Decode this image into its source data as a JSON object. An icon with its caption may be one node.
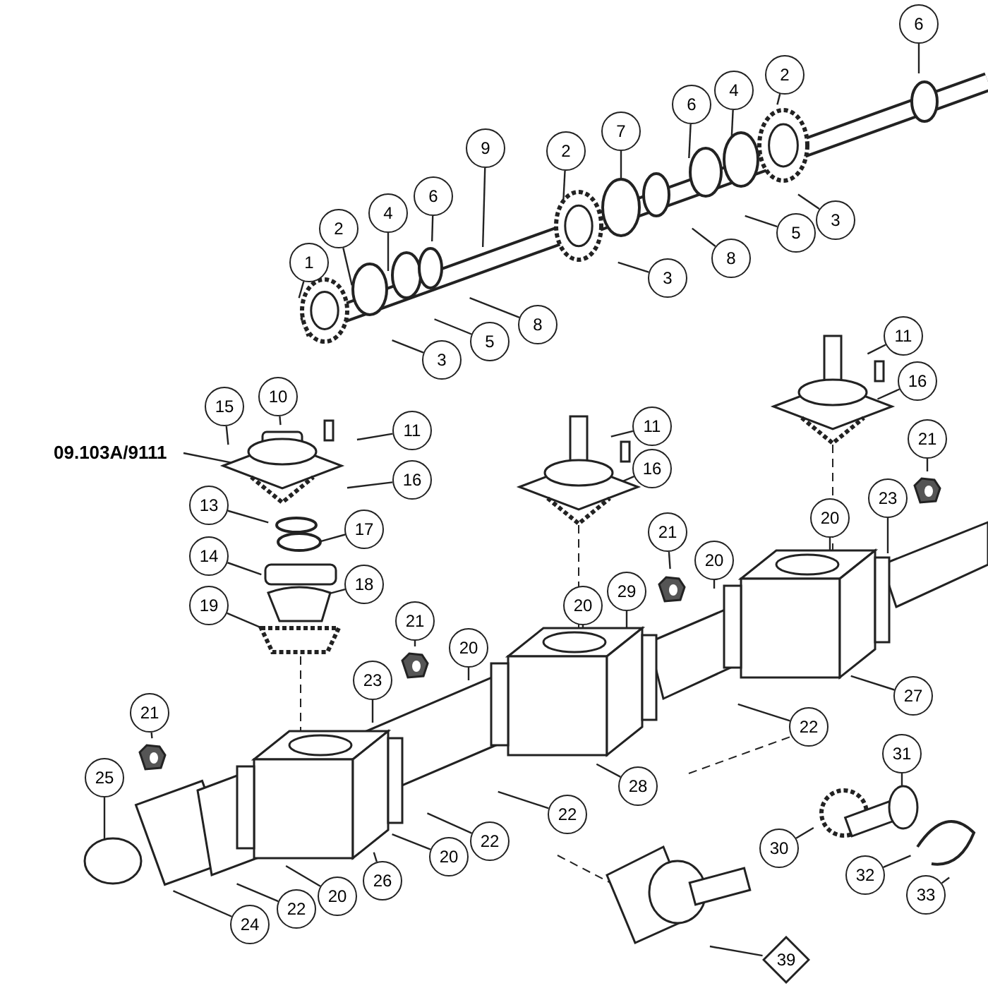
{
  "diagram": {
    "nodes": [
      {
        "text": [
          "6"
        ]
      },
      {
        "text": [
          "2"
        ]
      },
      {
        "text": [
          "4"
        ]
      },
      {
        "text": [
          "6"
        ]
      },
      {
        "text": [
          "7"
        ]
      },
      {
        "text": [
          "9"
        ]
      },
      {
        "text": [
          "2"
        ]
      },
      {
        "text": [
          "6"
        ]
      },
      {
        "text": [
          "4"
        ]
      },
      {
        "text": [
          "3"
        ]
      },
      {
        "text": [
          "2"
        ]
      },
      {
        "text": [
          "5"
        ]
      },
      {
        "text": [
          "8"
        ]
      },
      {
        "text": [
          "1"
        ]
      },
      {
        "text": [
          "3"
        ]
      },
      {
        "text": [
          "8"
        ]
      },
      {
        "text": [
          "11"
        ]
      },
      {
        "text": [
          "5"
        ]
      },
      {
        "text": [
          "3"
        ]
      },
      {
        "text": [
          "16"
        ]
      },
      {
        "text": [
          "10"
        ]
      },
      {
        "text": [
          "15"
        ]
      },
      {
        "text": [
          "11"
        ]
      },
      {
        "text": [
          "11"
        ]
      },
      {
        "text": [
          "09.103A/9111"
        ]
      },
      {
        "text": [
          "21"
        ]
      },
      {
        "text": [
          "16"
        ]
      },
      {
        "text": [
          "16"
        ]
      },
      {
        "text": [
          "23"
        ]
      },
      {
        "text": [
          "13"
        ]
      },
      {
        "text": [
          "20"
        ]
      },
      {
        "text": [
          "17"
        ]
      },
      {
        "text": [
          "21"
        ]
      },
      {
        "text": [
          "14"
        ]
      },
      {
        "text": [
          "20"
        ]
      },
      {
        "text": [
          "18"
        ]
      },
      {
        "text": [
          "29"
        ]
      },
      {
        "text": [
          "19"
        ]
      },
      {
        "text": [
          "20"
        ]
      },
      {
        "text": [
          "21"
        ]
      },
      {
        "text": [
          "20"
        ]
      },
      {
        "text": [
          "23"
        ]
      },
      {
        "text": [
          "27"
        ]
      },
      {
        "text": [
          "21"
        ]
      },
      {
        "text": [
          "22"
        ]
      },
      {
        "text": [
          "31"
        ]
      },
      {
        "text": [
          "25"
        ]
      },
      {
        "text": [
          "28"
        ]
      },
      {
        "text": [
          "22"
        ]
      },
      {
        "text": [
          "22"
        ]
      },
      {
        "text": [
          "30"
        ]
      },
      {
        "text": [
          "20"
        ]
      },
      {
        "text": [
          "32"
        ]
      },
      {
        "text": [
          "26"
        ]
      },
      {
        "text": [
          "33"
        ]
      },
      {
        "text": [
          "20"
        ]
      },
      {
        "text": [
          "22"
        ]
      },
      {
        "text": [
          "24"
        ]
      },
      {
        "text": [
          "39"
        ]
      }
    ],
    "edges": [
      {
        "from": 0,
        "to": null,
        "arrow": "none"
      },
      {
        "from": 1,
        "to": null,
        "arrow": "none"
      },
      {
        "from": 2,
        "to": null,
        "arrow": "none"
      },
      {
        "from": 3,
        "to": null,
        "arrow": "none"
      },
      {
        "from": 4,
        "to": null,
        "arrow": "none"
      },
      {
        "from": 5,
        "to": null,
        "arrow": "none"
      },
      {
        "from": 6,
        "to": null,
        "arrow": "none"
      },
      {
        "from": 7,
        "to": null,
        "arrow": "none"
      },
      {
        "from": 8,
        "to": null,
        "arrow": "none"
      },
      {
        "from": 9,
        "to": null,
        "arrow": "none"
      },
      {
        "from": 10,
        "to": null,
        "arrow": "none"
      },
      {
        "from": 11,
        "to": null,
        "arrow": "none"
      },
      {
        "from": 12,
        "to": null,
        "arrow": "none"
      },
      {
        "from": 13,
        "to": null,
        "arrow": "none"
      },
      {
        "from": 14,
        "to": null,
        "arrow": "none"
      },
      {
        "from": 15,
        "to": null,
        "arrow": "none"
      },
      {
        "from": 16,
        "to": null,
        "arrow": "none"
      },
      {
        "from": 17,
        "to": null,
        "arrow": "none"
      },
      {
        "from": 18,
        "to": null,
        "arrow": "none"
      },
      {
        "from": 19,
        "to": null,
        "arrow": "none"
      },
      {
        "from": 20,
        "to": null,
        "arrow": "none"
      },
      {
        "from": 21,
        "to": null,
        "arrow": "none"
      },
      {
        "from": 22,
        "to": null,
        "arrow": "none"
      },
      {
        "from": 23,
        "to": null,
        "arrow": "none"
      },
      {
        "from": 24,
        "to": null,
        "arrow": "none"
      },
      {
        "from": 25,
        "to": null,
        "arrow": "none"
      },
      {
        "from": 26,
        "to": null,
        "arrow": "none"
      },
      {
        "from": 27,
        "to": null,
        "arrow": "none"
      },
      {
        "from": 28,
        "to": null,
        "arrow": "none"
      },
      {
        "from": 29,
        "to": null,
        "arrow": "none"
      },
      {
        "from": 30,
        "to": null,
        "arrow": "none"
      },
      {
        "from": 31,
        "to": null,
        "arrow": "none"
      },
      {
        "from": 32,
        "to": null,
        "arrow": "none"
      },
      {
        "from": 33,
        "to": null,
        "arrow": "none"
      },
      {
        "from": 34,
        "to": null,
        "arrow": "none"
      },
      {
        "from": 35,
        "to": null,
        "arrow": "none"
      },
      {
        "from": 36,
        "to": null,
        "arrow": "none"
      },
      {
        "from": 37,
        "to": null,
        "arrow": "none"
      },
      {
        "from": 38,
        "to": null,
        "arrow": "none"
      },
      {
        "from": 39,
        "to": null,
        "arrow": "none"
      },
      {
        "from": 40,
        "to": null,
        "arrow": "none"
      },
      {
        "from": 41,
        "to": null,
        "arrow": "none"
      },
      {
        "from": 42,
        "to": null,
        "arrow": "none"
      },
      {
        "from": 43,
        "to": null,
        "arrow": "none"
      },
      {
        "from": 44,
        "to": null,
        "arrow": "none"
      },
      {
        "from": 45,
        "to": null,
        "arrow": "none"
      },
      {
        "from": 46,
        "to": null,
        "arrow": "none"
      },
      {
        "from": 47,
        "to": null,
        "arrow": "none"
      },
      {
        "from": 48,
        "to": null,
        "arrow": "none"
      },
      {
        "from": 49,
        "to": null,
        "arrow": "none"
      },
      {
        "from": 50,
        "to": null,
        "arrow": "none"
      },
      {
        "from": 51,
        "to": null,
        "arrow": "none"
      },
      {
        "from": 52,
        "to": null,
        "arrow": "none"
      },
      {
        "from": 53,
        "to": null,
        "arrow": "none"
      },
      {
        "from": 54,
        "to": null,
        "arrow": "none"
      },
      {
        "from": 55,
        "to": null,
        "arrow": "none"
      },
      {
        "from": 56,
        "to": null,
        "arrow": "none"
      },
      {
        "from": 57,
        "to": null,
        "arrow": "none"
      },
      {
        "from": 58,
        "to": null,
        "arrow": "none"
      }
    ]
  }
}
